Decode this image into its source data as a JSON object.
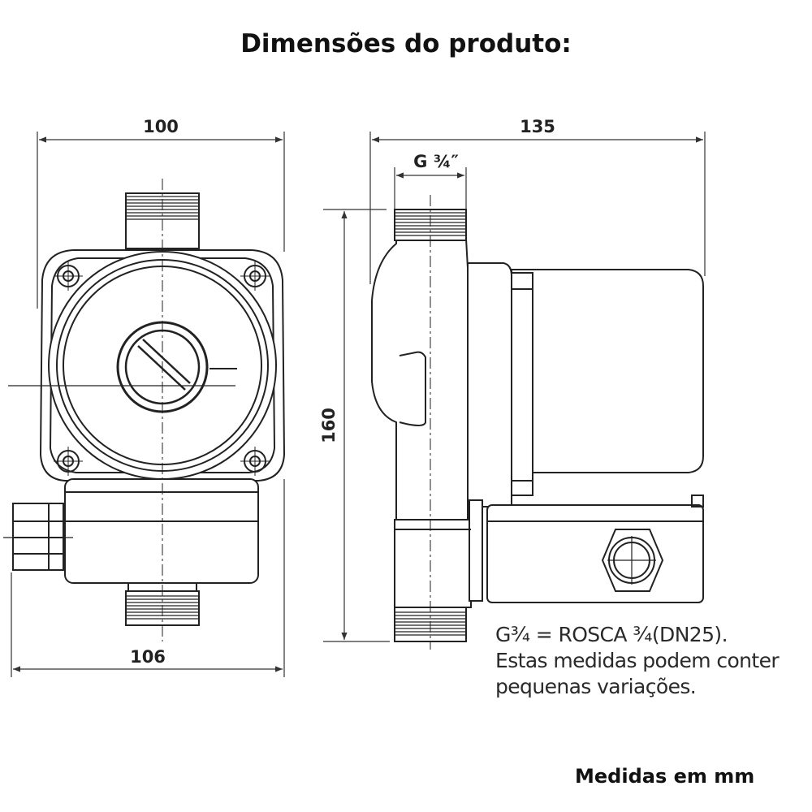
{
  "title": "Dimensões do produto:",
  "dimensions": {
    "front_width": "100",
    "front_base_width": "106",
    "side_length": "135",
    "thread": "G ¾″",
    "height": "160"
  },
  "note": {
    "line1": "G¾ = ROSCA ¾(DN25).",
    "line2": "Estas medidas podem conter",
    "line3": "pequenas variações."
  },
  "units": "Medidas em mm"
}
